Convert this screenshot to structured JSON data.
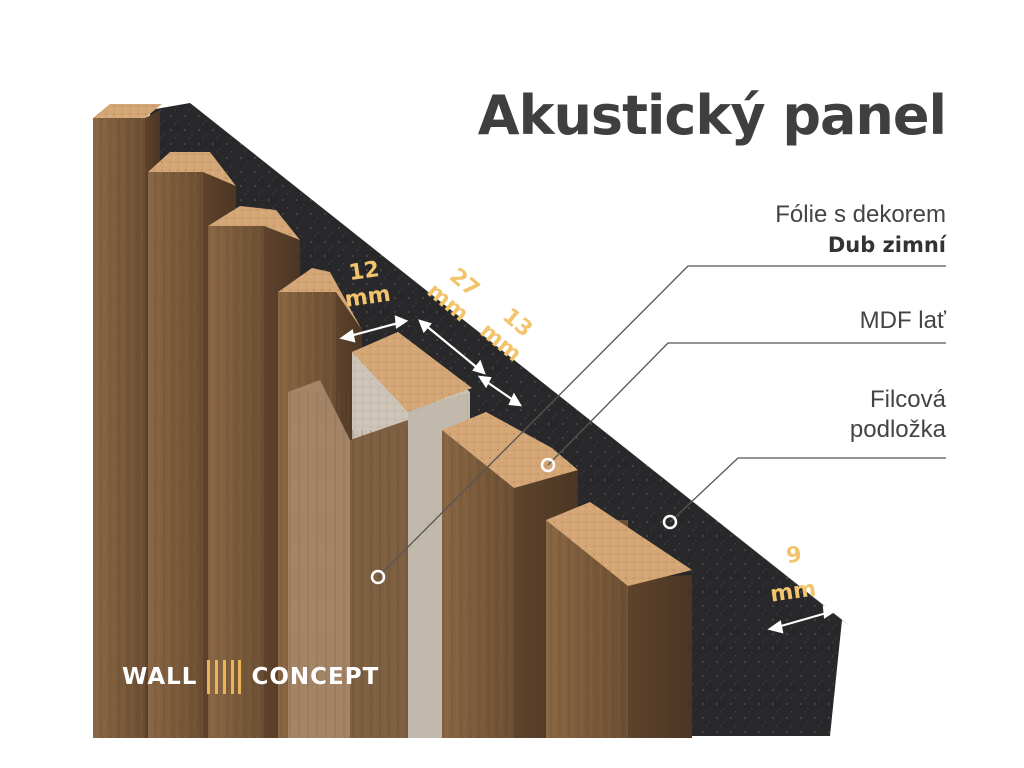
{
  "title": "Akustický panel",
  "labels": {
    "foil_line1": "Fólie s dekorem",
    "foil_line2": "Dub zimní",
    "mdf": "MDF lať",
    "felt_line1": "Filcová",
    "felt_line2": "podložka"
  },
  "dimensions": {
    "slat_width_num": "12",
    "slat_width_unit": "mm",
    "gap_num": "27",
    "gap_unit": "mm",
    "depth_num": "13",
    "depth_unit": "mm",
    "felt_num": "9",
    "felt_unit": "mm"
  },
  "logo": {
    "left": "WALL",
    "right": "CONCEPT"
  },
  "colors": {
    "wood": "#7a5a3b",
    "wood_light": "#8b6a47",
    "mdf_top": "#d6a878",
    "mdf_core": "#cfc8bc",
    "felt": "#262627",
    "title": "#3f3f3f",
    "dim_label": "#f2c46b",
    "logo_accent": "#e8b55a"
  }
}
